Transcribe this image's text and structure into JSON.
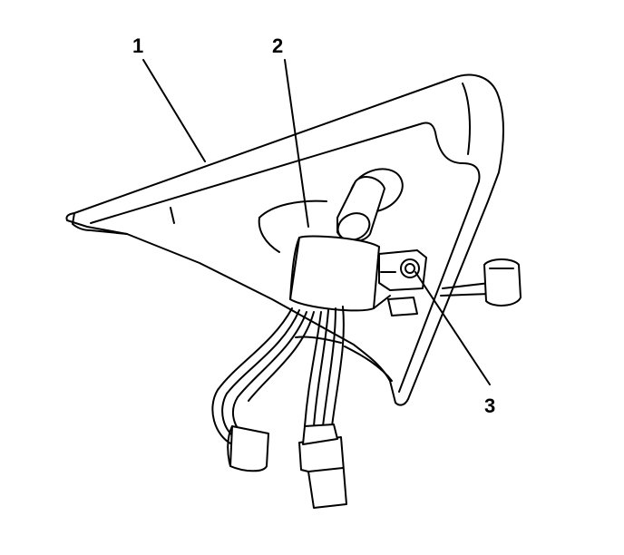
{
  "callouts": [
    {
      "number": "1"
    },
    {
      "number": "2"
    },
    {
      "number": "3"
    }
  ],
  "colors": {
    "line": "#000000",
    "fill": "#ffffff"
  }
}
